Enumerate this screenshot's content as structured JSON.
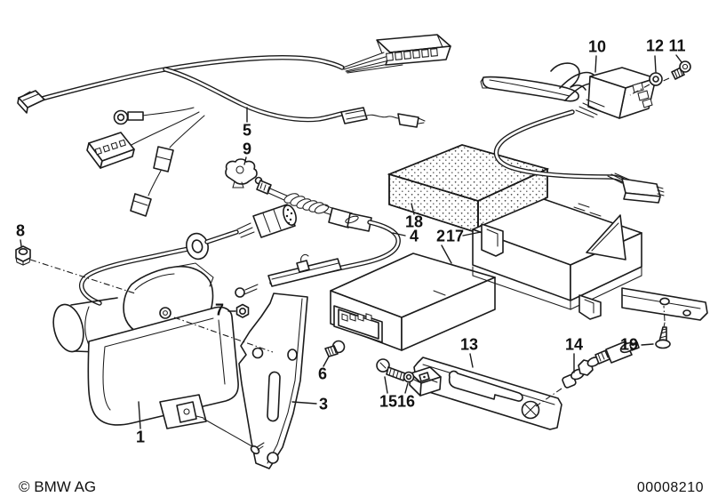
{
  "callouts": {
    "c1": "1",
    "c2": "2",
    "c3": "3",
    "c4": "4",
    "c5": "5",
    "c6": "6",
    "c7": "7",
    "c8": "8",
    "c9": "9",
    "c10": "10",
    "c11": "11",
    "c12": "12",
    "c13": "13",
    "c14": "14",
    "c15": "15",
    "c16": "16",
    "c17": "17",
    "c18": "18",
    "c19": "19"
  },
  "footer": {
    "copyright": "© BMW AG",
    "document_number": "00008210"
  },
  "colors": {
    "line": "#1b1b1b",
    "background": "#ffffff"
  }
}
